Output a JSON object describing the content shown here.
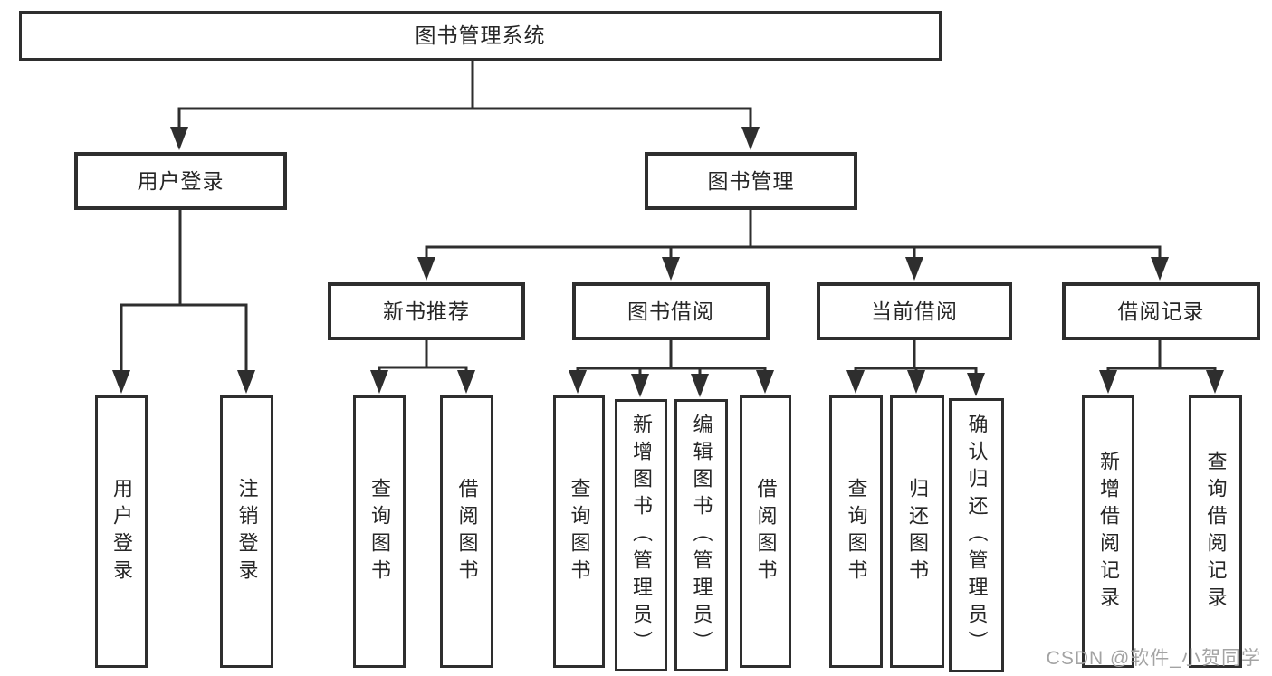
{
  "diagram": {
    "root": {
      "label": "图书管理系统"
    },
    "level2": {
      "user_login": {
        "label": "用户登录",
        "children": {
          "login": "用户登录",
          "logout": "注销登录"
        }
      },
      "book_management": {
        "label": "图书管理",
        "sections": {
          "new_books": {
            "label": "新书推荐",
            "children": {
              "query": "查询图书",
              "borrow": "借阅图书"
            }
          },
          "book_borrowing": {
            "label": "图书借阅",
            "children": {
              "query": "查询图书",
              "add": "新增图书（管理员）",
              "edit": "编辑图书（管理员）",
              "borrow": "借阅图书"
            }
          },
          "current_borrowing": {
            "label": "当前借阅",
            "children": {
              "query": "查询图书",
              "return": "归还图书",
              "confirm": "确认归还（管理员）"
            }
          },
          "borrow_records": {
            "label": "借阅记录",
            "children": {
              "add": "新增借阅记录",
              "query": "查询借阅记录"
            }
          }
        }
      }
    }
  },
  "watermark": {
    "text": "CSDN @软件_小贺同学"
  },
  "colors": {
    "line": "#2e2e2e",
    "box_background": "#ffffff",
    "text": "#262626",
    "watermark": "#a3a3a3"
  }
}
